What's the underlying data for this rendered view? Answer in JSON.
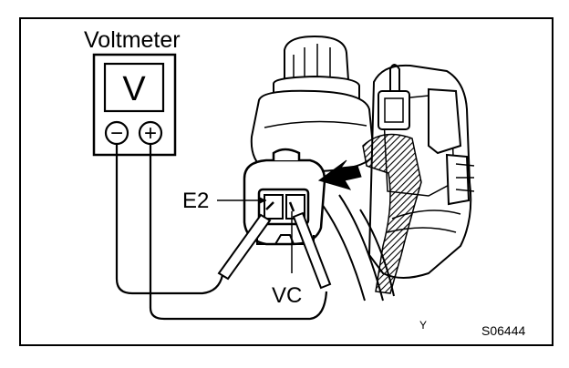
{
  "labels": {
    "meter_title": "Voltmeter",
    "meter_symbol": "V",
    "terminal_neg": "−",
    "terminal_pos": "+",
    "pin_e2": "E2",
    "pin_vc": "VC",
    "corner_mark": "Y",
    "figure_code": "S06444"
  },
  "colors": {
    "ink": "#000000",
    "paper": "#ffffff"
  }
}
